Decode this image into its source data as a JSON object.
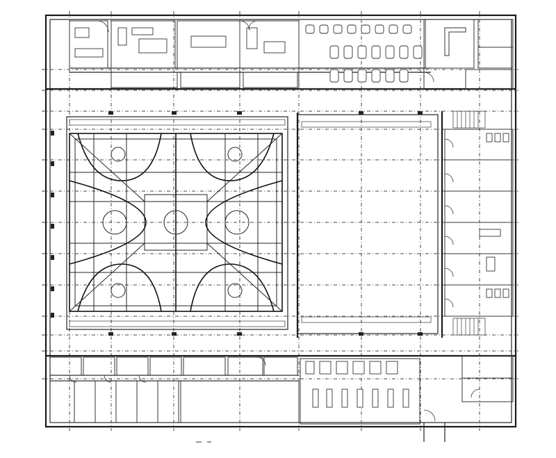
{
  "drawing": {
    "kind": "architectural-floor-plan",
    "background": "#ffffff",
    "ink": "#1a1a1a",
    "spaces": [
      "gymnasium-court",
      "open-hall",
      "north-rooms",
      "north-classroom",
      "east-rooms",
      "south-rooms",
      "south-hall"
    ]
  }
}
